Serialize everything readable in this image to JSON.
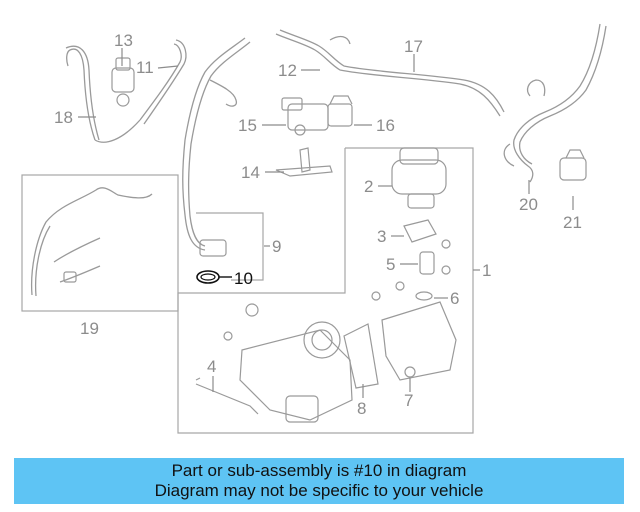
{
  "callouts": {
    "c1": "1",
    "c2": "2",
    "c3": "3",
    "c4": "4",
    "c5": "5",
    "c6": "6",
    "c7": "7",
    "c8": "8",
    "c9": "9",
    "c10": "10",
    "c11": "11",
    "c12": "12",
    "c13": "13",
    "c14": "14",
    "c15": "15",
    "c16": "16",
    "c17": "17",
    "c18": "18",
    "c19": "19",
    "c20": "20",
    "c21": "21"
  },
  "highlighted_part": "10",
  "banner": {
    "line1": "Part or sub-assembly is #10 in diagram",
    "line2": "Diagram may not be specific to your vehicle",
    "background": "#5ec4f4"
  },
  "colors": {
    "line_art": "#9a9a9a",
    "callout_text": "#8c8c8c",
    "highlight_text": "#111111"
  }
}
